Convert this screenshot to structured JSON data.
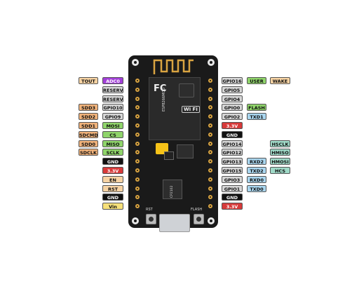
{
  "colors": {
    "orange": "#f0b27a",
    "purple": "#a23fd8",
    "gray": "#d6d6d6",
    "green": "#8fd46a",
    "black": "#111111",
    "red": "#d73a3a",
    "yellow": "#f6e07a",
    "light_orange": "#f7d3a3",
    "sky": "#a9d6ef",
    "teal": "#9fd9c7",
    "white": "#ffffff"
  },
  "board": {
    "rst_label": "RST",
    "flash_label": "FLASH",
    "fc_logo": "FC",
    "wifi_label": "Wi Fi",
    "module_text": "ESP8266MOD",
    "chip_text": "CP2102"
  },
  "left_pins": [
    {
      "outer": {
        "text": "TOUT",
        "color": "light_orange"
      },
      "mid": {
        "text": "ADC0",
        "color": "purple"
      },
      "pin": null
    },
    {
      "outer": null,
      "mid": {
        "text": "RESERVED",
        "color": "gray"
      },
      "pin": null
    },
    {
      "outer": null,
      "mid": {
        "text": "RESERVED",
        "color": "gray"
      },
      "pin": null
    },
    {
      "outer": {
        "text": "SDD3",
        "color": "orange"
      },
      "mid": {
        "text": "GPIO10",
        "color": "gray"
      },
      "pin": null
    },
    {
      "outer": {
        "text": "SDD2",
        "color": "orange"
      },
      "mid": {
        "text": "GPIO9",
        "color": "gray"
      },
      "pin": null
    },
    {
      "outer": {
        "text": "SDD1",
        "color": "orange"
      },
      "mid": {
        "text": "MOSI",
        "color": "green"
      },
      "pin": null
    },
    {
      "outer": {
        "text": "SDCMD",
        "color": "orange"
      },
      "mid": {
        "text": "CS",
        "color": "green"
      },
      "pin": null
    },
    {
      "outer": {
        "text": "SDD0",
        "color": "orange"
      },
      "mid": {
        "text": "MISO",
        "color": "green"
      },
      "pin": null
    },
    {
      "outer": {
        "text": "SDCLK",
        "color": "orange"
      },
      "mid": {
        "text": "SCLK",
        "color": "green"
      },
      "pin": null
    },
    {
      "outer": null,
      "mid": {
        "text": "GND",
        "color": "black"
      },
      "pin": null
    },
    {
      "outer": null,
      "mid": {
        "text": "3.3V",
        "color": "red"
      },
      "pin": null
    },
    {
      "outer": null,
      "mid": {
        "text": "EN",
        "color": "light_orange"
      },
      "pin": null
    },
    {
      "outer": null,
      "mid": {
        "text": "RST",
        "color": "light_orange"
      },
      "pin": null
    },
    {
      "outer": null,
      "mid": {
        "text": "GND",
        "color": "black"
      },
      "pin": null
    },
    {
      "outer": null,
      "mid": {
        "text": "Vin",
        "color": "yellow"
      },
      "pin": null
    }
  ],
  "right_pins": [
    {
      "pin": {
        "text": "GPIO16",
        "color": "gray"
      },
      "a": {
        "text": "USER",
        "color": "green"
      },
      "b": {
        "text": "WAKE",
        "color": "light_orange"
      }
    },
    {
      "pin": {
        "text": "GPIO5",
        "color": "gray"
      },
      "a": null,
      "b": null
    },
    {
      "pin": {
        "text": "GPIO4",
        "color": "gray"
      },
      "a": null,
      "b": null
    },
    {
      "pin": {
        "text": "GPIO0",
        "color": "gray"
      },
      "a": {
        "text": "FLASH",
        "color": "green"
      },
      "b": null
    },
    {
      "pin": {
        "text": "GPIO2",
        "color": "gray"
      },
      "a": {
        "text": "TXD1",
        "color": "sky"
      },
      "b": null
    },
    {
      "pin": {
        "text": "3.3V",
        "color": "red"
      },
      "a": null,
      "b": null
    },
    {
      "pin": {
        "text": "GND",
        "color": "black"
      },
      "a": null,
      "b": null
    },
    {
      "pin": {
        "text": "GPIO14",
        "color": "gray"
      },
      "a": null,
      "b": {
        "text": "HSCLK",
        "color": "teal"
      }
    },
    {
      "pin": {
        "text": "GPIO12",
        "color": "gray"
      },
      "a": null,
      "b": {
        "text": "HMISO",
        "color": "teal"
      }
    },
    {
      "pin": {
        "text": "GPIO13",
        "color": "gray"
      },
      "a": {
        "text": "RXD2",
        "color": "sky"
      },
      "b": {
        "text": "HMOSI",
        "color": "teal"
      }
    },
    {
      "pin": {
        "text": "GPIO15",
        "color": "gray"
      },
      "a": {
        "text": "TXD2",
        "color": "sky"
      },
      "b": {
        "text": "HCS",
        "color": "teal"
      }
    },
    {
      "pin": {
        "text": "GPIO3",
        "color": "gray"
      },
      "a": {
        "text": "RXD0",
        "color": "sky"
      },
      "b": null
    },
    {
      "pin": {
        "text": "GPIO1",
        "color": "gray"
      },
      "a": {
        "text": "TXD0",
        "color": "sky"
      },
      "b": null
    },
    {
      "pin": {
        "text": "GND",
        "color": "black"
      },
      "a": null,
      "b": null
    },
    {
      "pin": {
        "text": "3.3V",
        "color": "red"
      },
      "a": null,
      "b": null
    }
  ]
}
